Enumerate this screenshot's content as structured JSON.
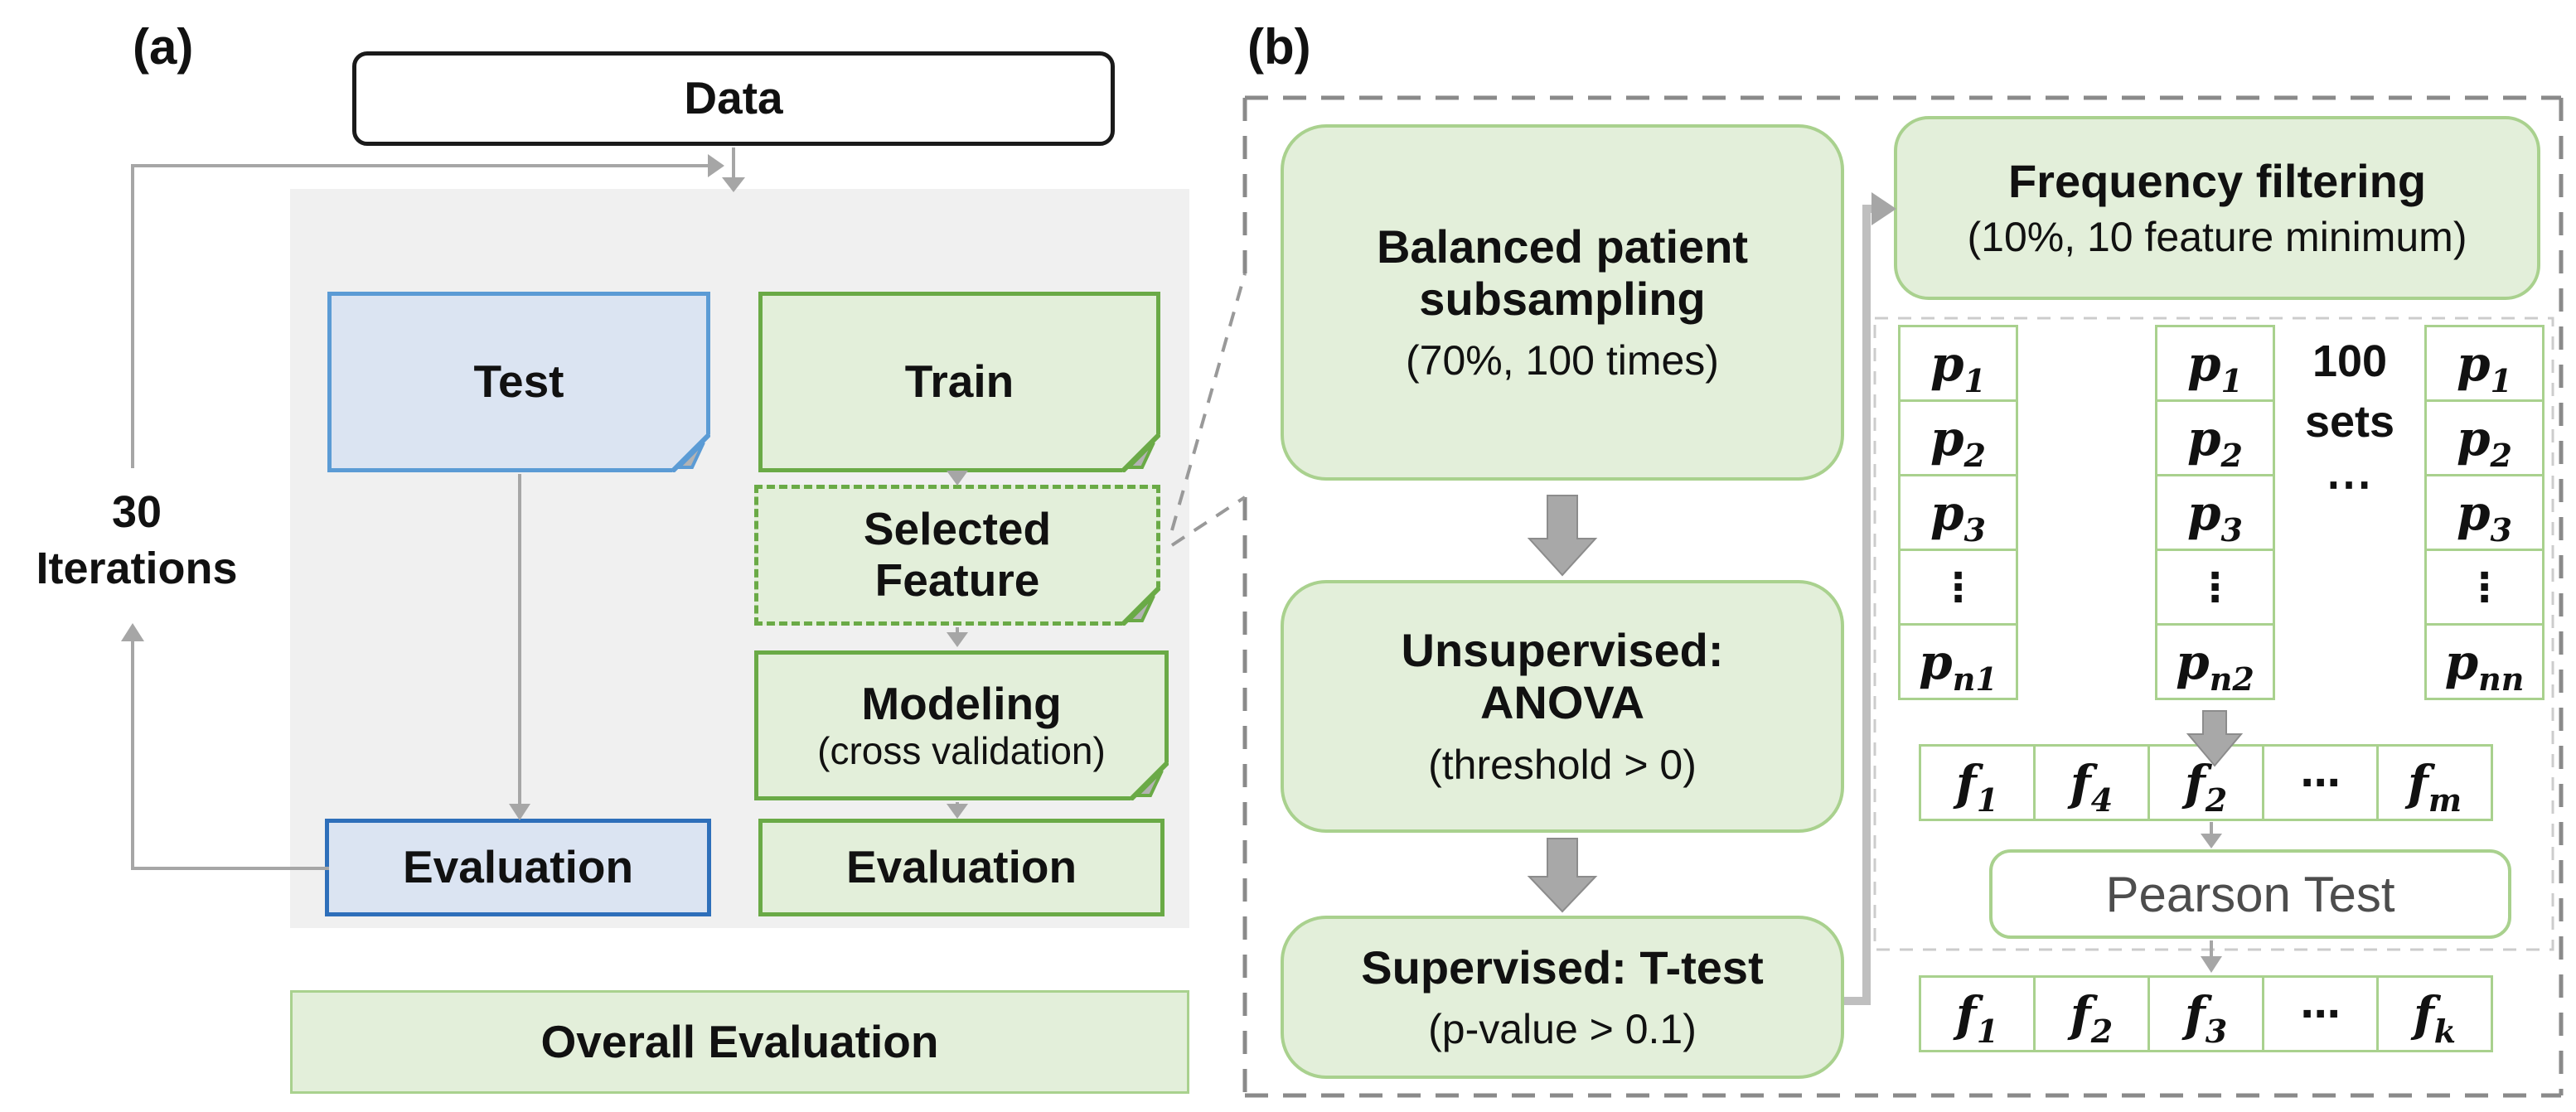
{
  "panel_a": {
    "label": "(a)",
    "iterations": {
      "line1": "30",
      "line2": "Iterations"
    },
    "boxes": {
      "data": "Data",
      "test": "Test",
      "train": "Train",
      "selected_feature": {
        "line1": "Selected",
        "line2": "Feature"
      },
      "modeling": {
        "title": "Modeling",
        "subtitle": "(cross validation)"
      },
      "evaluation_left": "Evaluation",
      "evaluation_right": "Evaluation",
      "overall_evaluation": "Overall Evaluation"
    }
  },
  "panel_b": {
    "label": "(b)",
    "boxes": {
      "balanced": {
        "line1": "Balanced patient",
        "line2": "subsampling",
        "subtitle": "(70%, 100 times)"
      },
      "unsupervised": {
        "line1": "Unsupervised:",
        "line2": "ANOVA",
        "subtitle": "(threshold > 0)"
      },
      "supervised": {
        "line1": "Supervised: T-test",
        "subtitle": "(p-value > 0.1)"
      },
      "frequency": {
        "line1": "Frequency filtering",
        "subtitle": "(10%, 10 feature minimum)"
      },
      "pearson": "Pearson Test"
    },
    "sets_label": {
      "line1": "100",
      "line2": "sets",
      "dots": "⋯"
    },
    "p_columns": [
      {
        "cells": [
          {
            "base": "p",
            "sub": "1"
          },
          {
            "base": "p",
            "sub": "2"
          },
          {
            "base": "p",
            "sub": "3"
          },
          {
            "base": "⋮",
            "sub": ""
          },
          {
            "base": "p",
            "sub": "n1"
          }
        ]
      },
      {
        "cells": [
          {
            "base": "p",
            "sub": "1"
          },
          {
            "base": "p",
            "sub": "2"
          },
          {
            "base": "p",
            "sub": "3"
          },
          {
            "base": "⋮",
            "sub": ""
          },
          {
            "base": "p",
            "sub": "n2"
          }
        ]
      },
      {
        "cells": [
          {
            "base": "p",
            "sub": "1"
          },
          {
            "base": "p",
            "sub": "2"
          },
          {
            "base": "p",
            "sub": "3"
          },
          {
            "base": "⋮",
            "sub": ""
          },
          {
            "base": "p",
            "sub": "nn"
          }
        ]
      }
    ],
    "feature_row_top": [
      {
        "base": "f",
        "sub": "1"
      },
      {
        "base": "f",
        "sub": "4"
      },
      {
        "base": "f",
        "sub": "2"
      },
      {
        "base": "⋯",
        "sub": ""
      },
      {
        "base": "f",
        "sub": "m"
      }
    ],
    "feature_row_bottom": [
      {
        "base": "f",
        "sub": "1"
      },
      {
        "base": "f",
        "sub": "2"
      },
      {
        "base": "f",
        "sub": "3"
      },
      {
        "base": "⋯",
        "sub": ""
      },
      {
        "base": "f",
        "sub": "k"
      }
    ]
  },
  "colors": {
    "green_fill": "#e3efda",
    "green_border": "#6aaa46",
    "green_light_border": "#a9d18e",
    "blue_fill": "#dbe4f2",
    "blue_border": "#5b9bd5",
    "blue_border_dark": "#2e6fba",
    "panel_gray": "#f0f0f0",
    "arrow_gray": "#a6a6a6",
    "connector_gray": "#bfbfbf",
    "dash_gray": "#8a8a8a",
    "pearson_text": "#4d4d4d",
    "text": "#111111"
  }
}
